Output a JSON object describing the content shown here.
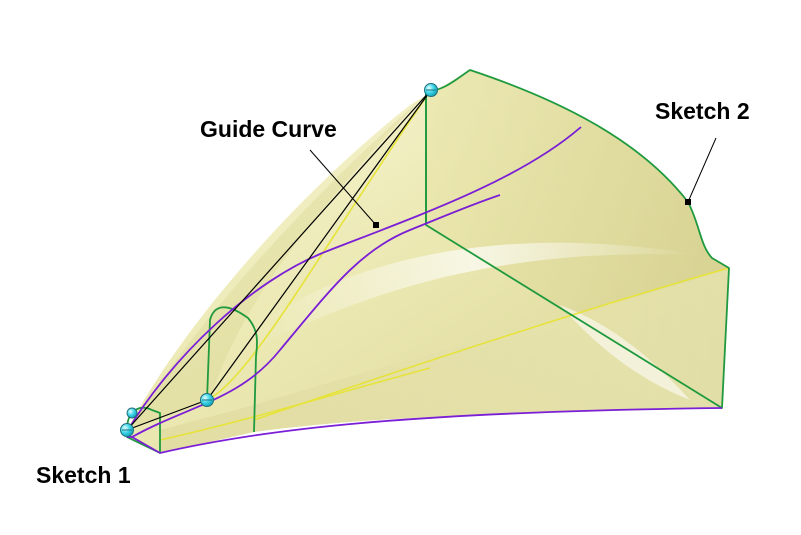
{
  "annotations": {
    "guide_curve": "Guide Curve",
    "sketch_1": "Sketch 1",
    "sketch_2": "Sketch 2"
  },
  "colors": {
    "surface_light": "#f6f4d2",
    "surface_mid": "#e6e3a9",
    "surface_dark": "#c9c483",
    "sketch_edge": "#1f9a3e",
    "guide_curve": "#7b1fd6",
    "construction_line": "#e7e63a",
    "control_point": "#29d2e8",
    "leader_line": "#000000"
  },
  "icons": {
    "control_point": "sphere-handle-icon",
    "leader_endpoint": "dot-icon"
  }
}
